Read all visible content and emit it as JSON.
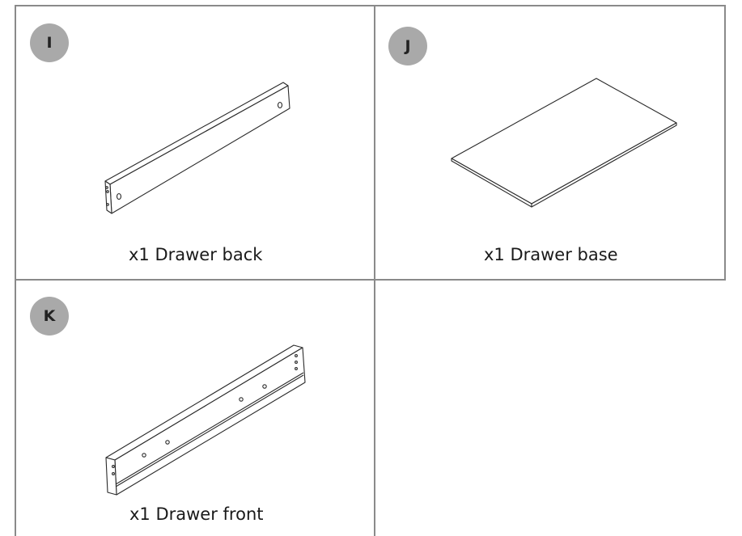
{
  "panels": [
    {
      "badge": "I",
      "caption": "x1 Drawer back",
      "icon": "drawer-back-panel"
    },
    {
      "badge": "J",
      "caption": "x1 Drawer base",
      "icon": "drawer-base-board"
    },
    {
      "badge": "K",
      "caption": "x1 Drawer front",
      "icon": "drawer-front-panel"
    }
  ],
  "colors": {
    "badge_fill": "#a9a9a9",
    "grid_lines": "#8a8a8a"
  }
}
